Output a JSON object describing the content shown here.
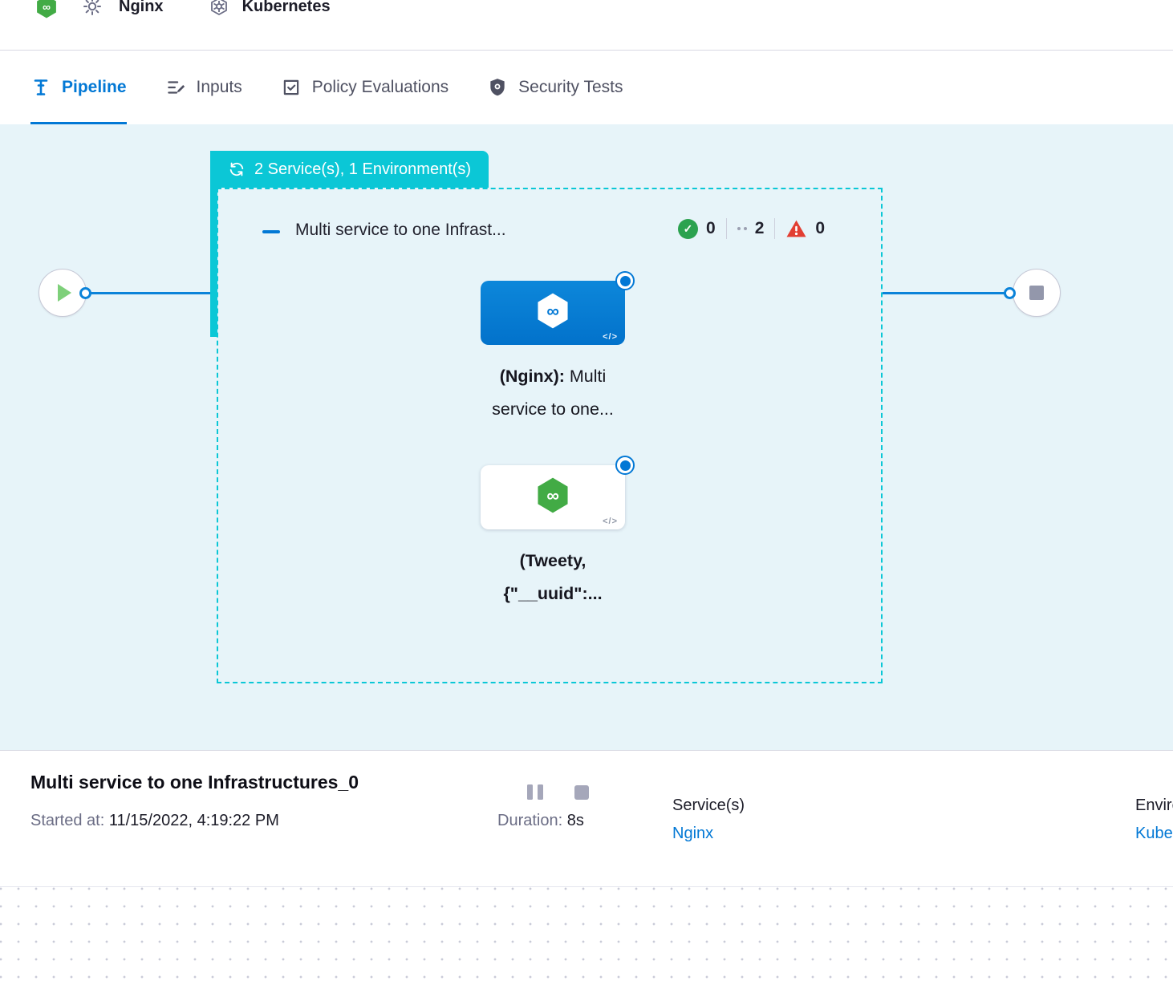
{
  "topbar": {
    "service_name": "Nginx",
    "environment_name": "Kubernetes"
  },
  "tabs": {
    "pipeline": "Pipeline",
    "inputs": "Inputs",
    "policy": "Policy Evaluations",
    "security": "Security Tests"
  },
  "canvas": {
    "badge_label": "2 Service(s), 1 Environment(s)",
    "stage_title": "Multi service to one Infrast...",
    "counts": {
      "success": "0",
      "running": "2",
      "failed": "0"
    },
    "node1": {
      "bold": "(Nginx):",
      "rest": " Multi",
      "line2": "service to one..."
    },
    "node2": {
      "line1": "(Tweety,",
      "line2": "{\"__uuid\":..."
    },
    "code_glyph": "</>",
    "check_glyph": "✓"
  },
  "footer": {
    "title": "Multi service to one Infrastructures_0",
    "started_label": "Started at:",
    "started_value": " 11/15/2022, 4:19:22 PM",
    "duration_label": "Duration:",
    "duration_value": " 8s",
    "services_label": "Service(s)",
    "services_value": "Nginx",
    "environment_label": "Environment(s)",
    "environment_value": "Kubernetes"
  },
  "colors": {
    "accent_blue": "#0278d5",
    "teal": "#0bc7d6",
    "success_green": "#2ba24f",
    "error_red": "#e23e32",
    "canvas_bg": "#e7f4f9"
  }
}
